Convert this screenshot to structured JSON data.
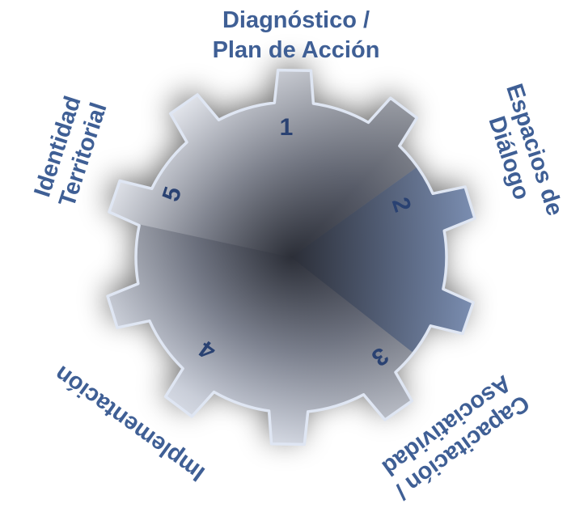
{
  "diagram": {
    "stages": [
      {
        "number": "1",
        "label_lines": [
          "Diagnóstico /",
          "Plan de Acción"
        ]
      },
      {
        "number": "2",
        "label_lines": [
          "Espacios de",
          "Diálogo"
        ]
      },
      {
        "number": "3",
        "label_lines": [
          "Capacitación /",
          "Asociatividad"
        ]
      },
      {
        "number": "4",
        "label_lines": [
          "Implementación"
        ]
      },
      {
        "number": "5",
        "label_lines": [
          "Identidad",
          "Territorial"
        ]
      }
    ],
    "colors": {
      "label": "#3f5f95",
      "number": "#2a4272",
      "gear_outline": "#dfe6f3",
      "gear_light": "#eef1f7",
      "gear_dark": "#2f3340"
    }
  }
}
